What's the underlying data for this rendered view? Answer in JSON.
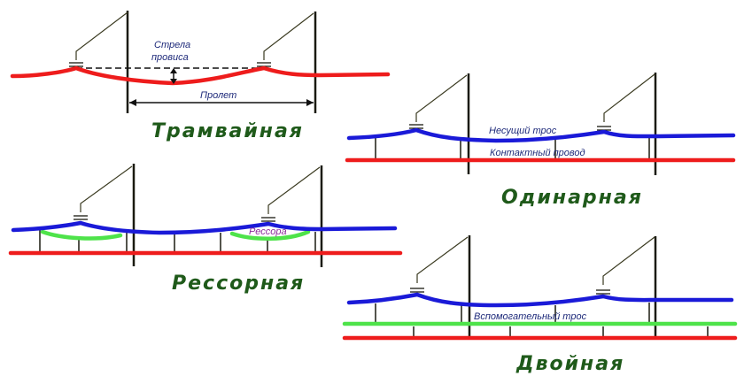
{
  "diagrams": [
    {
      "id": "tram",
      "title": "Трамвайная",
      "labels": {
        "sag": "Стрела провиса",
        "sag_line1": "Стрела",
        "sag_line2": "провиса",
        "span": "Пролет"
      },
      "wires": [
        {
          "name": "contact wire",
          "color": "#ee1c1c"
        }
      ]
    },
    {
      "id": "single",
      "title": "Одинарная",
      "labels": {
        "messenger": "Несущий трос",
        "contact": "Контактный провод"
      },
      "wires": [
        {
          "name": "messenger wire",
          "color": "#1a1ad8"
        },
        {
          "name": "contact wire",
          "color": "#ee1c1c"
        }
      ]
    },
    {
      "id": "spring",
      "title": "Рессорная",
      "labels": {
        "spring": "Рессора"
      },
      "wires": [
        {
          "name": "messenger wire",
          "color": "#1a1ad8"
        },
        {
          "name": "spring wire",
          "color": "#4ee34a"
        },
        {
          "name": "contact wire",
          "color": "#ee1c1c"
        }
      ]
    },
    {
      "id": "double",
      "title": "Двойная",
      "labels": {
        "auxiliary": "Вспомогательный трос"
      },
      "wires": [
        {
          "name": "messenger wire",
          "color": "#1a1ad8"
        },
        {
          "name": "auxiliary wire",
          "color": "#4ee34a"
        },
        {
          "name": "contact wire",
          "color": "#ee1c1c"
        }
      ]
    }
  ],
  "colors": {
    "title": "#1f5a1a",
    "label": "#1e2a7a",
    "spring_label": "#8a2a9a",
    "pole": "#1a1a10"
  }
}
